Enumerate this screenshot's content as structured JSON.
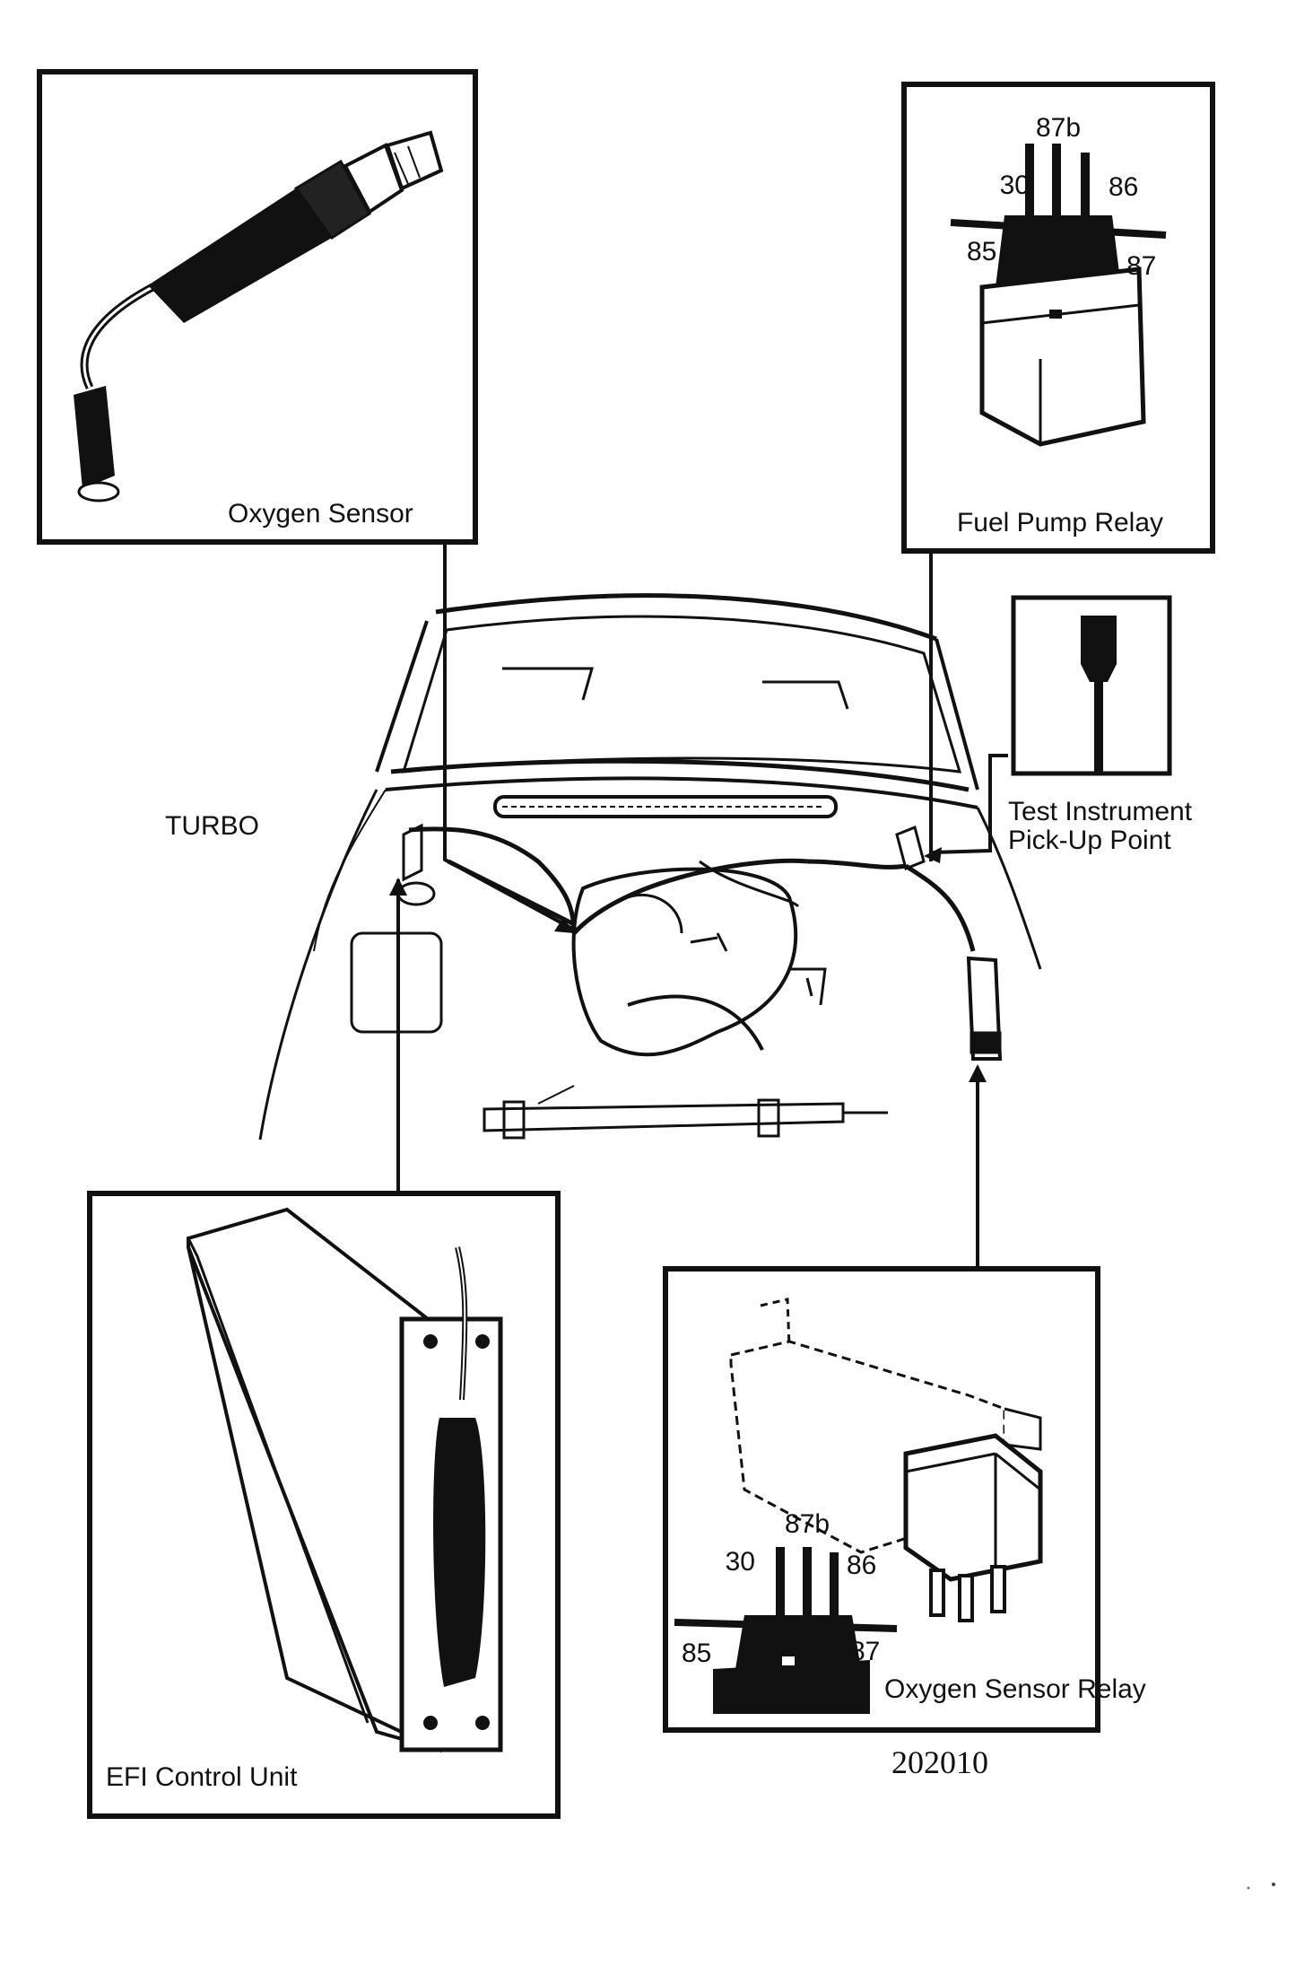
{
  "diagram": {
    "side_label": "TURBO",
    "figure_number": "202010",
    "components": {
      "oxygen_sensor": {
        "label": "Oxygen Sensor"
      },
      "fuel_pump_relay": {
        "label": "Fuel Pump Relay",
        "pins": {
          "p87b": "87b",
          "p30": "30",
          "p86": "86",
          "p85": "85",
          "p87": "87"
        }
      },
      "test_point": {
        "label_line1": "Test Instrument",
        "label_line2": "Pick-Up Point"
      },
      "efi_control_unit": {
        "label": "EFI Control Unit"
      },
      "oxygen_sensor_relay": {
        "label": "Oxygen Sensor Relay",
        "pins": {
          "p87b": "87b",
          "p30": "30",
          "p86": "86",
          "p85": "85",
          "p87": "87"
        }
      }
    }
  }
}
